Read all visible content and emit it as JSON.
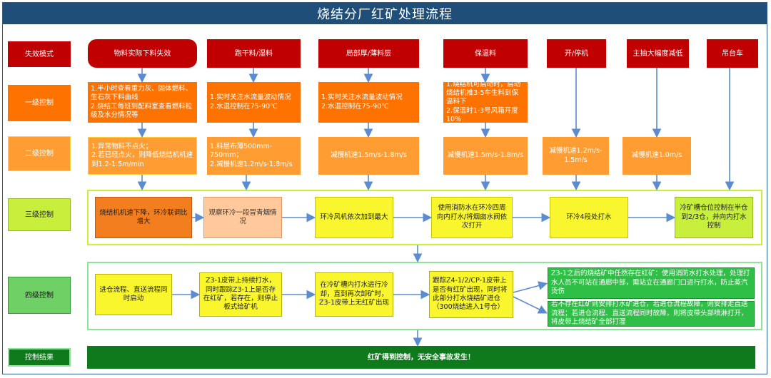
{
  "title": "烧结分厂红矿处理流程",
  "rows": {
    "failure_mode": "失效模式",
    "level1": "一级控制",
    "level2": "二级控制",
    "level3": "三级控制",
    "level4": "四级控制",
    "result": "控制结果"
  },
  "modes": [
    "物料实际下料失效",
    "跑干料/湿料",
    "局部厚/薄料层",
    "保温料",
    "开/停机",
    "主抽大幅度减低",
    "吊台车"
  ],
  "level1": [
    "1.半小时查看重力灰、固体燃料、生石灰下料曲线\n2.烧结工每班到配料室查看燃料粒级及水分情况等",
    "1.实时关注水流量波动情况\n2.水温控制在75-90℃",
    "1.实时关注水流量波动情况\n2.水温控制在75-90℃",
    "1.烧结机可启动时，启动烧结机推3-5车生料到保温料下\n2.保温时1-3号风箱开度10%"
  ],
  "level2": [
    "1.异常物料不点火；\n2.若已经点火，则降低烧结机机速到1.2-1.5m/min",
    "1.料层布薄500mm-750mm；\n2.减慢机速1.2m/s-1.8m/s",
    "减慢机速1.5m/s-1.8m/s",
    "减慢机速1.5m/s-1.8m/s",
    "减慢机速1.2m/s-1.5m/s",
    "减慢机速1.0m/s"
  ],
  "level3": [
    "烧结机机速下降，环冷联调比增大",
    "观察环冷一段冒青烟情况",
    "环冷风机依次加到最大",
    "使用消防水在环冷四周向内打水/将烟囱水阀依次打开",
    "环冷4段处打水",
    "冷矿槽仓位控制在半仓到2/3仓，并向内打水控制"
  ],
  "level4": [
    "进仓流程、直送流程同时启动",
    "Z3-1皮带上持续打水，同时跟踪Z3-1上是否存在红矿，若存在，则停止板式给矿机",
    "在冷矿槽内打水进行冷却，直到再次卸矿时，Z3-1皮带上无红矿出现",
    "跟踪Z4-1/2/CP-1皮带上是否有红矿出现，同时将此部分打水烧结矿进仓（300烧结进入1号仓）",
    "Z3-1之后的烧结矿中任然存在红矿：使用消防水打水处理，处理打水人员不可站在通廊中部，需站立在通廊门口进行打水，防止蒸汽烫伤",
    "若不存在红矿则安排打水矿进仓，若进仓流程故障，则安排走直送流程；若进仓流程、直送流程同时故障，则将皮带头部喷淋打开，将皮带上烧结矿全部打湿"
  ],
  "result": "红矿得到控制，无安全事故发生！",
  "colors": {
    "title_bg": "#1f4e79",
    "red": "#c00000",
    "orange": "#fe7300",
    "light_orange": "#ff9d33",
    "lime": "#c7ef3c",
    "yellow": "#f9f62e",
    "green": "#2fbe46",
    "dark_green": "#0f7a1c",
    "arrow": "#5b8bd0"
  }
}
